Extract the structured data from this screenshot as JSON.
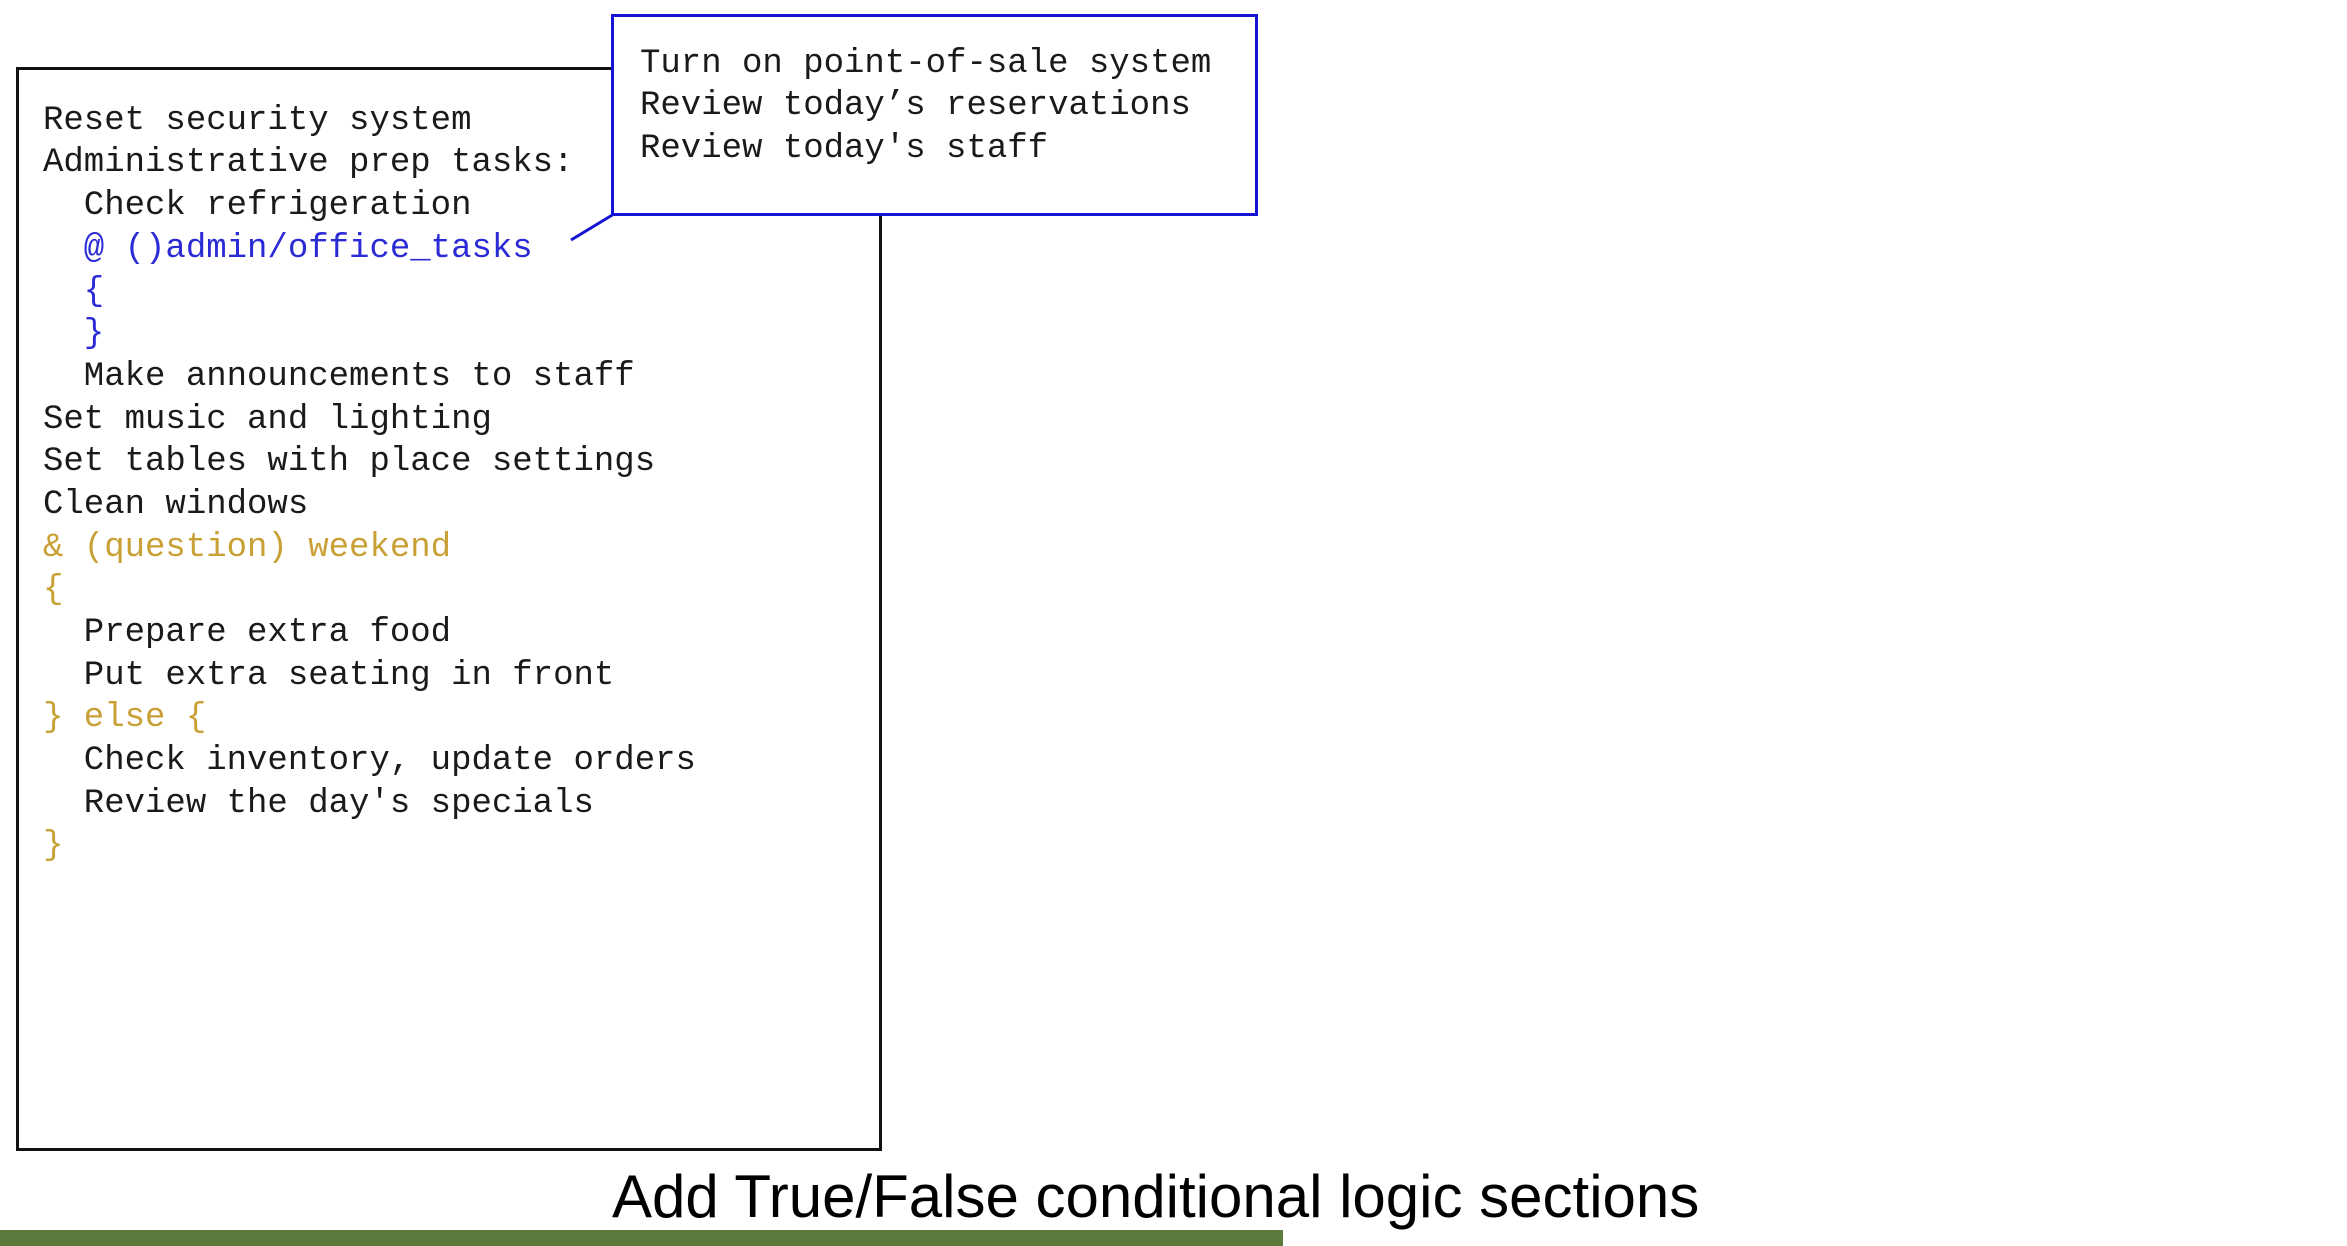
{
  "code_box": {
    "lines": [
      {
        "text": "Reset security system",
        "style": "plain"
      },
      {
        "text": "Administrative prep tasks:",
        "style": "plain"
      },
      {
        "text": "  Check refrigeration",
        "style": "plain"
      },
      {
        "text": "  @ ()admin/office_tasks",
        "style": "link"
      },
      {
        "text": "  {",
        "style": "link"
      },
      {
        "text": "  }",
        "style": "link"
      },
      {
        "text": "  Make announcements to staff",
        "style": "plain"
      },
      {
        "text": "Set music and lighting",
        "style": "plain"
      },
      {
        "text": "Set tables with place settings",
        "style": "plain"
      },
      {
        "text": "Clean windows",
        "style": "plain"
      },
      {
        "text": "& (question) weekend",
        "style": "conditional"
      },
      {
        "text": "{",
        "style": "conditional"
      },
      {
        "text": "  Prepare extra food",
        "style": "plain"
      },
      {
        "text": "  Put extra seating in front",
        "style": "plain"
      },
      {
        "text": "} else {",
        "style": "conditional"
      },
      {
        "text": "  Check inventory, update orders",
        "style": "plain"
      },
      {
        "text": "  Review the day's specials",
        "style": "plain"
      },
      {
        "text": "}",
        "style": "conditional"
      }
    ]
  },
  "callout": {
    "lines": [
      "Turn on point-of-sale system",
      "Review today’s reservations",
      "Review today's staff"
    ]
  },
  "caption": "Add True/False conditional logic sections",
  "colors": {
    "plain": "#1a1a1a",
    "link": "#2b2bd6",
    "conditional": "#c9a035",
    "callout_border": "#1414d2",
    "code_border": "#111111",
    "footer_bar": "#5b7a3c"
  }
}
